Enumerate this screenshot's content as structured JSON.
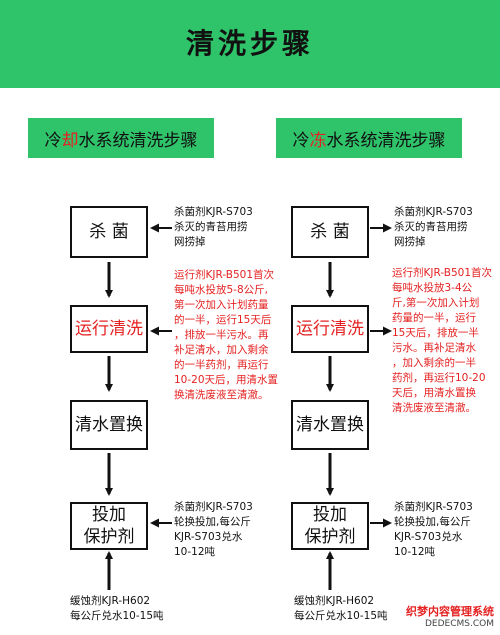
{
  "title": "清洗步骤",
  "left": {
    "header": {
      "pre": "冷",
      "hl": "却",
      "post": "水系统清洗步骤"
    },
    "steps": [
      "杀 菌",
      "运行清洗",
      "清水置换",
      "投加\n保护剂"
    ],
    "note_sterilize": "杀菌剂KJR-S703\n杀灭的青苔用捞\n网捞掉",
    "note_operate": "运行剂KJR-B501首次\n每吨水投放5-8公斤,\n第一次加入计划药量\n的一半，运行15天后\n，排放一半污水。再\n补足清水，加入剩余\n的一半药剂，再运行\n10-20天后，用清水置\n换清洗废液至清澈。",
    "note_protect": "杀菌剂KJR-S703\n轮换投加,每公斤\nKJR-S703兑水\n10-12吨",
    "note_inhibitor": "缓蚀剂KJR-H602\n每公斤兑水10-15吨"
  },
  "right": {
    "header": {
      "pre": "冷",
      "hl": "冻",
      "post": "水系统清洗步骤"
    },
    "steps": [
      "杀 菌",
      "运行清洗",
      "清水置换",
      "投加\n保护剂"
    ],
    "note_sterilize": "杀菌剂KJR-S703\n杀灭的青苔用捞\n网捞掉",
    "note_operate": "运行剂KJR-B501首次\n每吨水投放3-4公\n斤,第一次加入计划\n药量的一半，运行\n15天后，排放一半\n污水。再补足清水\n，加入剩余的一半\n药剂，再运行10-20\n天后，用清水置换\n清洗废液至清澈。",
    "note_protect": "杀菌剂KJR-S703\n轮换投加,每公斤\nKJR-S703兑水\n10-12吨",
    "note_inhibitor": "缓蚀剂KJR-H602\n每公斤兑水10-15吨"
  },
  "watermark": {
    "line1": "织梦内容管理系统",
    "line2": "DEDECMS.COM"
  },
  "colors": {
    "green": "#2fc36a",
    "red": "#e52222",
    "ink": "#111111"
  }
}
